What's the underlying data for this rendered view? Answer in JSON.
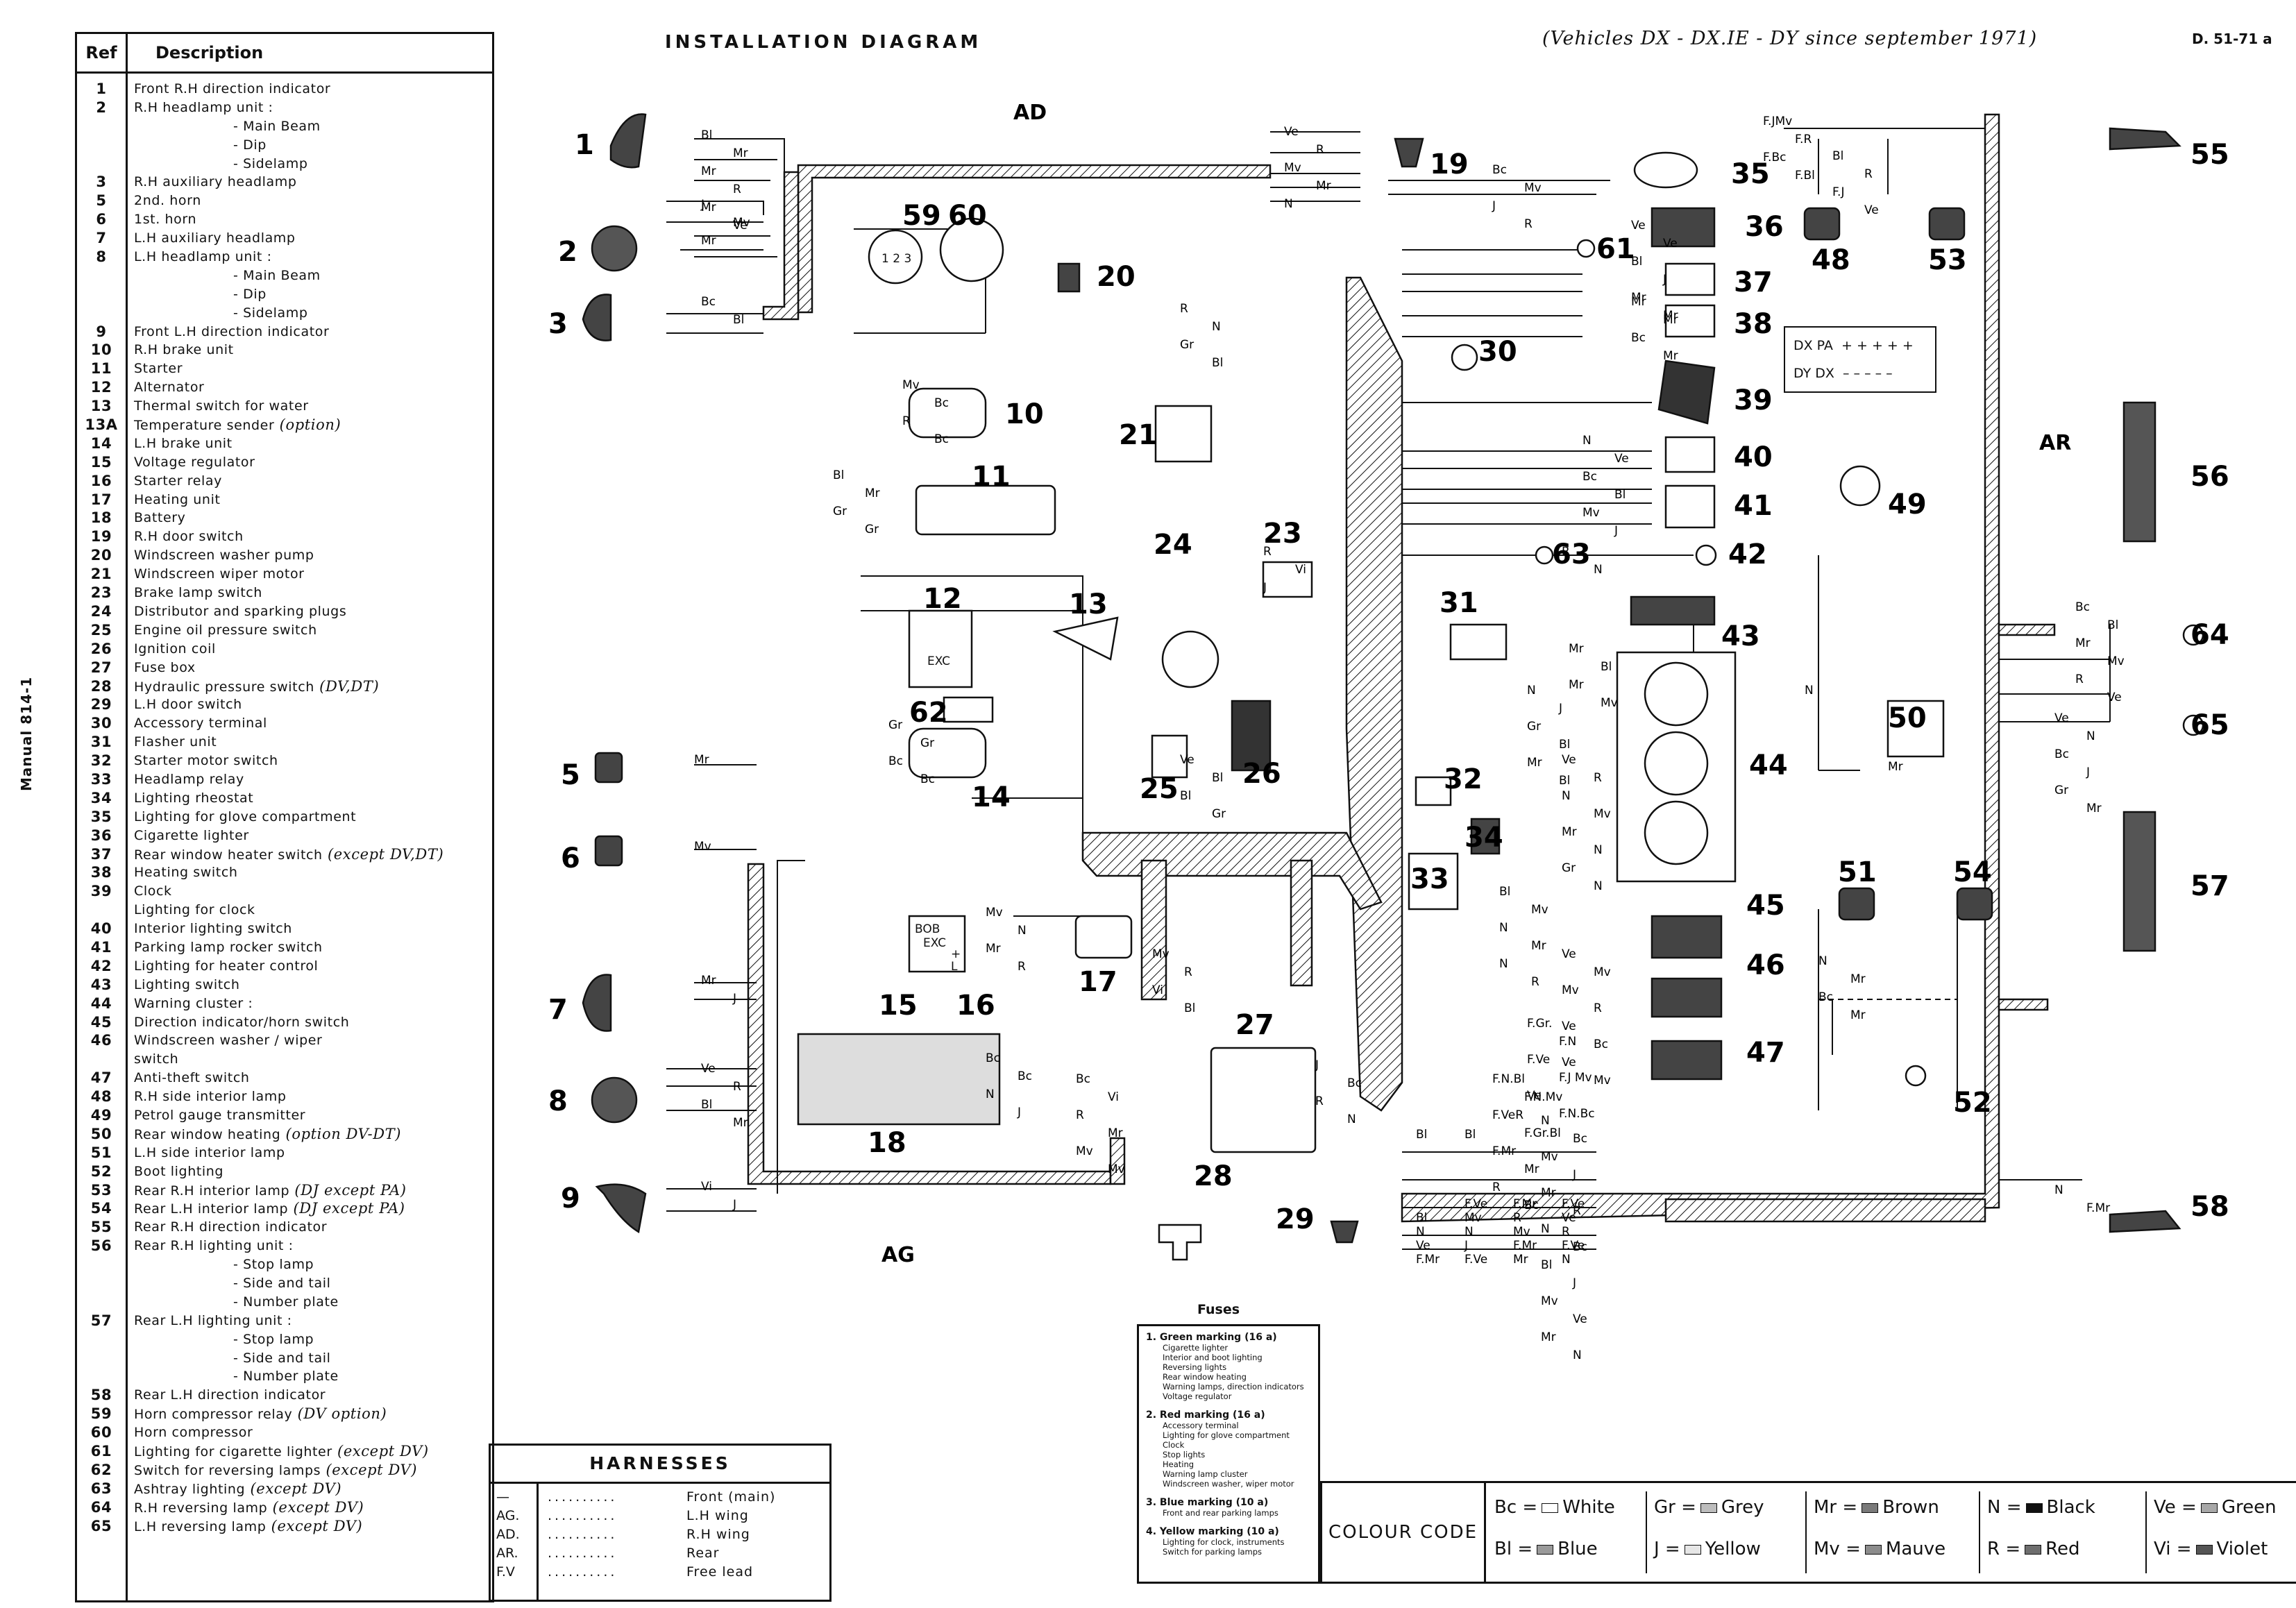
{
  "header": {
    "title": "INSTALLATION DIAGRAM",
    "subtitle": "(Vehicles DX - DX.IE - DY since september 1971)",
    "doc_ref": "D. 51-71 a",
    "manual_label": "Manual 814-1"
  },
  "ref_table": {
    "col_ref": "Ref",
    "col_desc": "Description",
    "rows": [
      {
        "ref": "1",
        "desc": "Front R.H direction indicator"
      },
      {
        "ref": "2",
        "desc": "R.H headlamp unit :"
      },
      {
        "ref": "",
        "desc": "- Main Beam",
        "sub": true
      },
      {
        "ref": "",
        "desc": "- Dip",
        "sub": true
      },
      {
        "ref": "",
        "desc": "- Sidelamp",
        "sub": true
      },
      {
        "ref": "3",
        "desc": "R.H auxiliary headlamp"
      },
      {
        "ref": "5",
        "desc": "2nd. horn"
      },
      {
        "ref": "6",
        "desc": "1st. horn"
      },
      {
        "ref": "7",
        "desc": "L.H auxiliary headlamp"
      },
      {
        "ref": "8",
        "desc": "L.H headlamp unit :"
      },
      {
        "ref": "",
        "desc": "- Main Beam",
        "sub": true
      },
      {
        "ref": "",
        "desc": "- Dip",
        "sub": true
      },
      {
        "ref": "",
        "desc": "- Sidelamp",
        "sub": true
      },
      {
        "ref": "9",
        "desc": "Front L.H direction indicator"
      },
      {
        "ref": "10",
        "desc": "R.H brake unit"
      },
      {
        "ref": "11",
        "desc": "Starter"
      },
      {
        "ref": "12",
        "desc": "Alternator"
      },
      {
        "ref": "13",
        "desc": "Thermal switch for water"
      },
      {
        "ref": "13A",
        "desc": "Temperature sender",
        "note": "(option)"
      },
      {
        "ref": "14",
        "desc": "L.H brake unit"
      },
      {
        "ref": "15",
        "desc": "Voltage regulator"
      },
      {
        "ref": "16",
        "desc": "Starter relay"
      },
      {
        "ref": "17",
        "desc": "Heating unit"
      },
      {
        "ref": "18",
        "desc": "Battery"
      },
      {
        "ref": "19",
        "desc": "R.H door switch"
      },
      {
        "ref": "20",
        "desc": "Windscreen washer pump"
      },
      {
        "ref": "21",
        "desc": "Windscreen wiper motor"
      },
      {
        "ref": "23",
        "desc": "Brake lamp switch"
      },
      {
        "ref": "24",
        "desc": "Distributor and sparking plugs"
      },
      {
        "ref": "25",
        "desc": "Engine oil pressure switch"
      },
      {
        "ref": "26",
        "desc": "Ignition coil"
      },
      {
        "ref": "27",
        "desc": "Fuse box"
      },
      {
        "ref": "28",
        "desc": "Hydraulic pressure switch",
        "note": "(DV,DT)"
      },
      {
        "ref": "29",
        "desc": "L.H door switch"
      },
      {
        "ref": "30",
        "desc": "Accessory terminal"
      },
      {
        "ref": "31",
        "desc": "Flasher unit"
      },
      {
        "ref": "32",
        "desc": "Starter motor switch"
      },
      {
        "ref": "33",
        "desc": "Headlamp relay"
      },
      {
        "ref": "34",
        "desc": "Lighting rheostat"
      },
      {
        "ref": "35",
        "desc": "Lighting for glove compartment"
      },
      {
        "ref": "36",
        "desc": "Cigarette lighter"
      },
      {
        "ref": "37",
        "desc": "Rear window heater switch",
        "note": "(except DV,DT)"
      },
      {
        "ref": "38",
        "desc": "Heating switch"
      },
      {
        "ref": "39",
        "desc": "Clock"
      },
      {
        "ref": "",
        "desc": "Lighting for clock"
      },
      {
        "ref": "40",
        "desc": "Interior lighting switch"
      },
      {
        "ref": "41",
        "desc": "Parking lamp rocker switch"
      },
      {
        "ref": "42",
        "desc": "Lighting for heater control"
      },
      {
        "ref": "43",
        "desc": "Lighting switch"
      },
      {
        "ref": "44",
        "desc": "Warning cluster :"
      },
      {
        "ref": "45",
        "desc": "Direction indicator/horn switch"
      },
      {
        "ref": "46",
        "desc": "Windscreen washer / wiper"
      },
      {
        "ref": "",
        "desc": "switch"
      },
      {
        "ref": "47",
        "desc": "Anti-theft switch"
      },
      {
        "ref": "48",
        "desc": "R.H side interior lamp"
      },
      {
        "ref": "49",
        "desc": "Petrol gauge transmitter"
      },
      {
        "ref": "50",
        "desc": "Rear window heating",
        "note": "(option DV-DT)"
      },
      {
        "ref": "51",
        "desc": "L.H side interior lamp"
      },
      {
        "ref": "52",
        "desc": "Boot lighting"
      },
      {
        "ref": "53",
        "desc": "Rear R.H interior lamp",
        "note": "(DJ except PA)"
      },
      {
        "ref": "54",
        "desc": "Rear L.H interior lamp",
        "note": "(DJ except PA)"
      },
      {
        "ref": "55",
        "desc": "Rear R.H direction indicator"
      },
      {
        "ref": "56",
        "desc": "Rear R.H lighting unit :"
      },
      {
        "ref": "",
        "desc": "- Stop lamp",
        "sub": true
      },
      {
        "ref": "",
        "desc": "- Side and tail",
        "sub": true
      },
      {
        "ref": "",
        "desc": "- Number plate",
        "sub": true
      },
      {
        "ref": "57",
        "desc": "Rear L.H lighting unit :"
      },
      {
        "ref": "",
        "desc": "- Stop lamp",
        "sub": true
      },
      {
        "ref": "",
        "desc": "- Side and tail",
        "sub": true
      },
      {
        "ref": "",
        "desc": "- Number plate",
        "sub": true
      },
      {
        "ref": "58",
        "desc": "Rear L.H direction indicator"
      },
      {
        "ref": "59",
        "desc": "Horn compressor relay",
        "note": "(DV option)"
      },
      {
        "ref": "60",
        "desc": "Horn compressor"
      },
      {
        "ref": "61",
        "desc": "Lighting for cigarette lighter",
        "note": "(except DV)"
      },
      {
        "ref": "62",
        "desc": "Switch for reversing lamps",
        "note": "(except DV)"
      },
      {
        "ref": "63",
        "desc": "Ashtray lighting",
        "note": "(except DV)"
      },
      {
        "ref": "64",
        "desc": "R.H reversing lamp",
        "note": "(except DV)"
      },
      {
        "ref": "65",
        "desc": "L.H reversing lamp",
        "note": "(except DV)"
      }
    ]
  },
  "harnesses": {
    "title": "HARNESSES",
    "rows": [
      {
        "code": "—",
        "dots": "..........",
        "name": "Front (main)"
      },
      {
        "code": "AG.",
        "dots": "..........",
        "name": "L.H wing"
      },
      {
        "code": "AD.",
        "dots": "..........",
        "name": "R.H wing"
      },
      {
        "code": "AR.",
        "dots": "..........",
        "name": "Rear"
      },
      {
        "code": "F.V",
        "dots": "..........",
        "name": "Free lead"
      }
    ]
  },
  "fuses": {
    "title": "Fuses",
    "groups": [
      {
        "label": "1. Green marking (16 a)",
        "items": [
          "Cigarette lighter",
          "Interior and boot lighting",
          "Reversing lights",
          "Rear window heating",
          "Warning lamps, direction indicators",
          "Voltage regulator"
        ]
      },
      {
        "label": "2. Red marking (16 a)",
        "items": [
          "Accessory terminal",
          "Lighting for glove compartment",
          "Clock",
          "Stop lights",
          "Heating",
          "Warning lamp cluster",
          "Windscreen washer, wiper motor"
        ]
      },
      {
        "label": "3. Blue marking (10 a)",
        "items": [
          "Front and rear parking lamps"
        ]
      },
      {
        "label": "4. Yellow marking (10 a)",
        "items": [
          "Lighting for clock, instruments",
          "Switch for parking lamps"
        ]
      }
    ]
  },
  "colour_code": {
    "label": "COLOUR CODE",
    "entries": [
      {
        "abbr": "Bc",
        "name": "White",
        "hex": "#ffffff"
      },
      {
        "abbr": "Bl",
        "name": "Blue",
        "hex": "#9a9a9a"
      },
      {
        "abbr": "Gr",
        "name": "Grey",
        "hex": "#bdbdbd"
      },
      {
        "abbr": "J",
        "name": "Yellow",
        "hex": "#e6e6e6"
      },
      {
        "abbr": "Mr",
        "name": "Brown",
        "hex": "#7a7a7a"
      },
      {
        "abbr": "Mv",
        "name": "Mauve",
        "hex": "#8c8c8c"
      },
      {
        "abbr": "N",
        "name": "Black",
        "hex": "#111111"
      },
      {
        "abbr": "R",
        "name": "Red",
        "hex": "#6e6e6e"
      },
      {
        "abbr": "Ve",
        "name": "Green",
        "hex": "#a8a8a8"
      },
      {
        "abbr": "Vi",
        "name": "Violet",
        "hex": "#555555"
      }
    ]
  },
  "dx_box": {
    "dxpa": "DX PA",
    "dxpa_mark": "+ + + + +",
    "dydx": "DY DX",
    "dydx_mark": "– – – – –"
  },
  "harness_labels": {
    "ad": "AD",
    "ag": "AG",
    "ar": "AR"
  },
  "component_numbers": [
    "1",
    "2",
    "3",
    "5",
    "6",
    "7",
    "8",
    "9",
    "10",
    "11",
    "12",
    "13",
    "14",
    "15",
    "16",
    "17",
    "18",
    "19",
    "20",
    "21",
    "23",
    "24",
    "25",
    "26",
    "27",
    "28",
    "29",
    "30",
    "31",
    "32",
    "33",
    "34",
    "35",
    "36",
    "37",
    "38",
    "39",
    "40",
    "41",
    "42",
    "43",
    "44",
    "45",
    "46",
    "47",
    "48",
    "49",
    "50",
    "51",
    "52",
    "53",
    "54",
    "55",
    "56",
    "57",
    "58",
    "59",
    "60",
    "61",
    "62",
    "63",
    "64",
    "65"
  ],
  "component_labels": {
    "alternator_exc": "EXC",
    "regulator_bob": "BOB",
    "regulator_exc": "EXC",
    "regulator_plus": "+",
    "regulator_l": "L",
    "relay_pins": "1 2 3"
  },
  "wire_labels": [
    "Bl",
    "Mr",
    "Mr",
    "R",
    "Mr",
    "Ve",
    "J",
    "Mv",
    "Mr",
    "Bc",
    "Bl",
    "Mr",
    "Mv",
    "Mr",
    "J",
    "Ve",
    "R",
    "Bl",
    "Mr",
    "Vi",
    "J",
    "Ve",
    "R",
    "Mv",
    "Mr",
    "N",
    "R",
    "N",
    "Gr",
    "Bl",
    "Mv",
    "Bc",
    "R",
    "Bc",
    "Bl",
    "Mr",
    "Gr",
    "Gr",
    "Gr",
    "Gr",
    "Bc",
    "Bc",
    "Mv",
    "N",
    "Mr",
    "R",
    "Bc",
    "Bc",
    "N",
    "J",
    "Mv",
    "R",
    "Vi",
    "Bl",
    "Bc",
    "Vi",
    "R",
    "Mr",
    "Mv",
    "Mv",
    "J",
    "Bc",
    "R",
    "N",
    "R",
    "Vi",
    "J",
    "Ve",
    "Bl",
    "Bl",
    "Gr",
    "Bc",
    "Mv",
    "J",
    "R",
    "Ve",
    "Ve",
    "Bl",
    "J",
    "Mr",
    "Mr",
    "Mr",
    "Mr",
    "Bc",
    "Mr",
    "N",
    "Ve",
    "Bc",
    "Bl",
    "Mv",
    "J",
    "R",
    "N",
    "Mr",
    "Bl",
    "Mr",
    "Mv",
    "N",
    "J",
    "Gr",
    "Bl",
    "Mr",
    "Bl",
    "Ve",
    "R",
    "N",
    "Mv",
    "Mr",
    "N",
    "Gr",
    "N",
    "Bl",
    "Mv",
    "N",
    "Mr",
    "N",
    "R",
    "Ve",
    "Mv",
    "Mv",
    "R",
    "Ve",
    "Bc",
    "Ve",
    "Mv",
    "F.Gr.",
    "F.N",
    "F.Ve",
    "F.J Mv",
    "Ve",
    "F.N.Bc",
    "F.N.Bl",
    "F.N.Mv",
    "F.VeR",
    "F.Gr.Bl",
    "F.Mr",
    "Mr",
    "R",
    "Bc",
    "N",
    "Bc",
    "Mv",
    "J",
    "Mr",
    "R",
    "N",
    "Bc",
    "Bl",
    "J",
    "Mv",
    "Ve",
    "Mr",
    "N",
    "F.JMv",
    "F.R",
    "F.Bc",
    "F.Bl",
    "Bl",
    "R",
    "F.J",
    "Ve",
    "N",
    "Mr",
    "Bc",
    "Mr",
    "Bc",
    "Bl",
    "Mr",
    "Mv",
    "R",
    "Ve",
    "Ve",
    "N",
    "Bc",
    "J",
    "Gr",
    "Mr",
    "N",
    "Mr",
    "N",
    "F.Mr",
    "F.Ve",
    "F.Mr",
    "F.Ve",
    "Bl",
    "Mv",
    "R",
    "Ve",
    "N",
    "N",
    "Mv",
    "R",
    "Ve",
    "J",
    "F.Mr",
    "F.Ve",
    "F.Mr",
    "F.Ve",
    "Mr",
    "N",
    "Bl",
    "Bl"
  ]
}
